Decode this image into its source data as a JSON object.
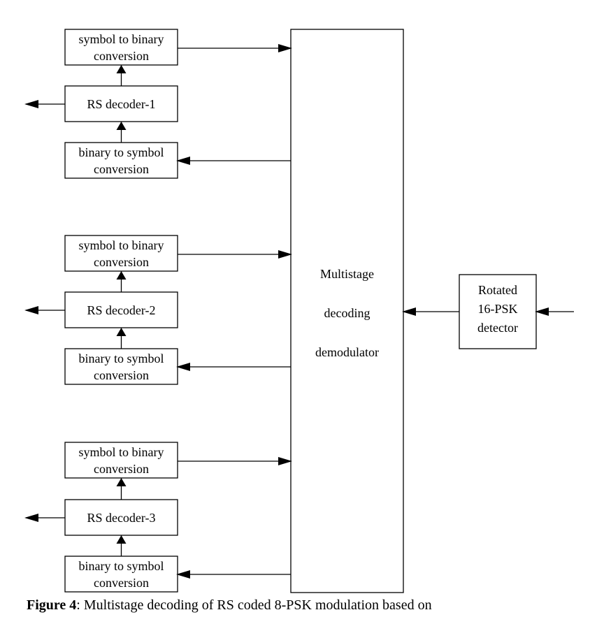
{
  "diagram": {
    "main_block": {
      "lines": [
        "Multistage",
        "decoding",
        "demodulator"
      ]
    },
    "detector": {
      "lines": [
        "Rotated",
        "16-PSK",
        "detector"
      ]
    },
    "stages": [
      {
        "top": {
          "lines": [
            "symbol to binary",
            "conversion"
          ]
        },
        "decoder": {
          "label": "RS decoder-1"
        },
        "bottom": {
          "lines": [
            "binary to symbol",
            "conversion"
          ]
        }
      },
      {
        "top": {
          "lines": [
            "symbol to binary",
            "conversion"
          ]
        },
        "decoder": {
          "label": "RS decoder-2"
        },
        "bottom": {
          "lines": [
            "binary to symbol",
            "conversion"
          ]
        }
      },
      {
        "top": {
          "lines": [
            "symbol to binary",
            "conversion"
          ]
        },
        "decoder": {
          "label": "RS decoder-3"
        },
        "bottom": {
          "lines": [
            "binary to symbol",
            "conversion"
          ]
        }
      }
    ]
  },
  "caption": {
    "label": "Figure 4",
    "text": ": Multistage decoding of RS coded 8-PSK modulation based on"
  }
}
